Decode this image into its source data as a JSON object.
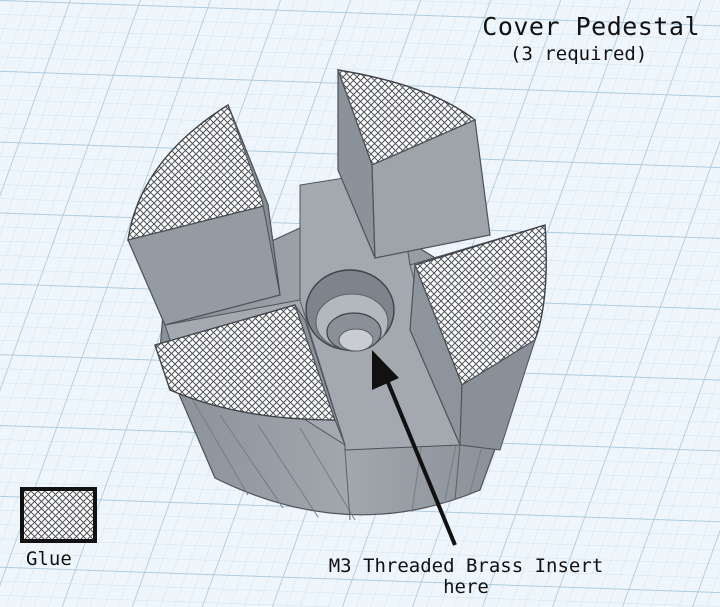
{
  "title": "Cover Pedestal",
  "subtitle": "(3 required)",
  "legend": {
    "label": "Glue",
    "icon": "crosshatch-glue-swatch"
  },
  "annotation": {
    "line1": "M3 Threaded Brass Insert",
    "line2": "here"
  },
  "colors": {
    "background": "#eef6fb",
    "grid_minor": "#cfe1ee",
    "grid_major": "#a9c6dc",
    "body_light": "#9aa0a6",
    "body_dark": "#868c93",
    "edge": "#4d5259",
    "hatch": "#4f5257"
  }
}
